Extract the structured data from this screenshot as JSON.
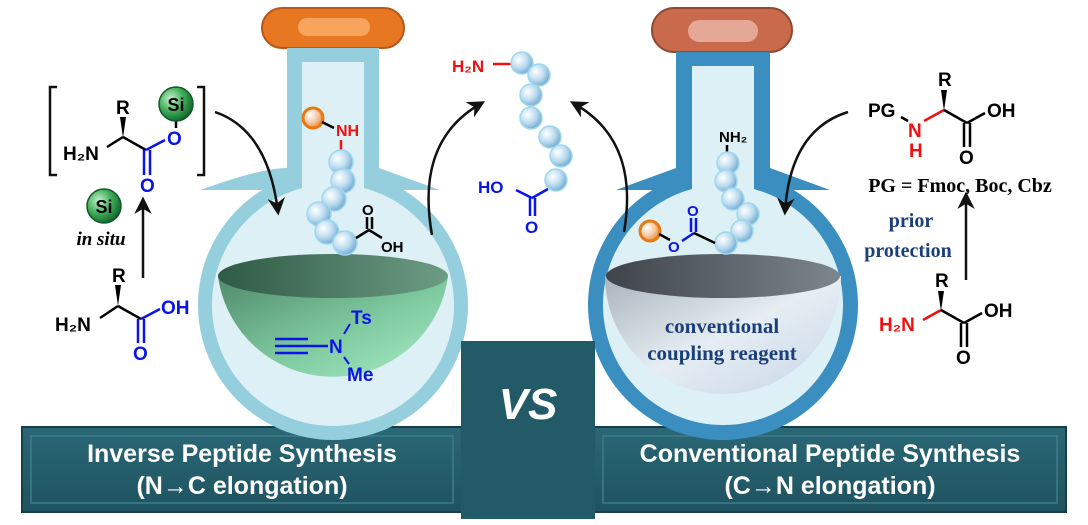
{
  "colors": {
    "banner": "#235a68",
    "banner_border": "#1c4b57",
    "left_flask_wall": "#95cedd",
    "left_flask_fill": "#dcf0f5",
    "left_cap": "#e87722",
    "right_flask_wall": "#3a8fc0",
    "right_cap": "#c96a4c",
    "green_reagent": "#7fd0a5",
    "grey_reagent": "#d6dde3",
    "chem_blue": "#0a14e6",
    "chem_red": "#f01010",
    "label_navy": "#1b3f78",
    "si_green": "#1e8a40",
    "bead": "#bcdcf0",
    "resin_orange": "#f28a1a"
  },
  "left_panel": {
    "silyl_ester": {
      "r": "R",
      "h2n": "H₂N",
      "si": "Si",
      "o_ester": "O",
      "o_carbonyl": "O"
    },
    "reagent_si": "Si",
    "in_situ": "in situ",
    "amino_acid": {
      "r": "R",
      "h2n": "H₂N",
      "oh": "OH",
      "o": "O"
    }
  },
  "left_flask": {
    "nh": "NH",
    "o": "O",
    "oh": "OH",
    "ynamide": {
      "ts": "Ts",
      "n": "N",
      "me": "Me"
    }
  },
  "center_product": {
    "h2n": "H₂N",
    "ho": "HO",
    "o": "O"
  },
  "right_flask": {
    "nh2": "NH₂",
    "o_ester": "O",
    "o_carbonyl": "O",
    "reagent_line1": "conventional",
    "reagent_line2": "coupling reagent"
  },
  "right_panel": {
    "protected_aa": {
      "r": "R",
      "pg": "PG",
      "n": "N",
      "h": "H",
      "oh": "OH",
      "o": "O"
    },
    "pg_definition": "PG = Fmoc, Boc, Cbz",
    "prior_line1": "prior",
    "prior_line2": "protection",
    "amino_acid": {
      "r": "R",
      "h2n": "H₂N",
      "oh": "OH",
      "o": "O"
    }
  },
  "banners": {
    "left_line1": "Inverse Peptide Synthesis",
    "left_line2": "(N→C elongation)",
    "vs": "VS",
    "right_line1": "Conventional Peptide Synthesis",
    "right_line2": "(C→N elongation)"
  }
}
